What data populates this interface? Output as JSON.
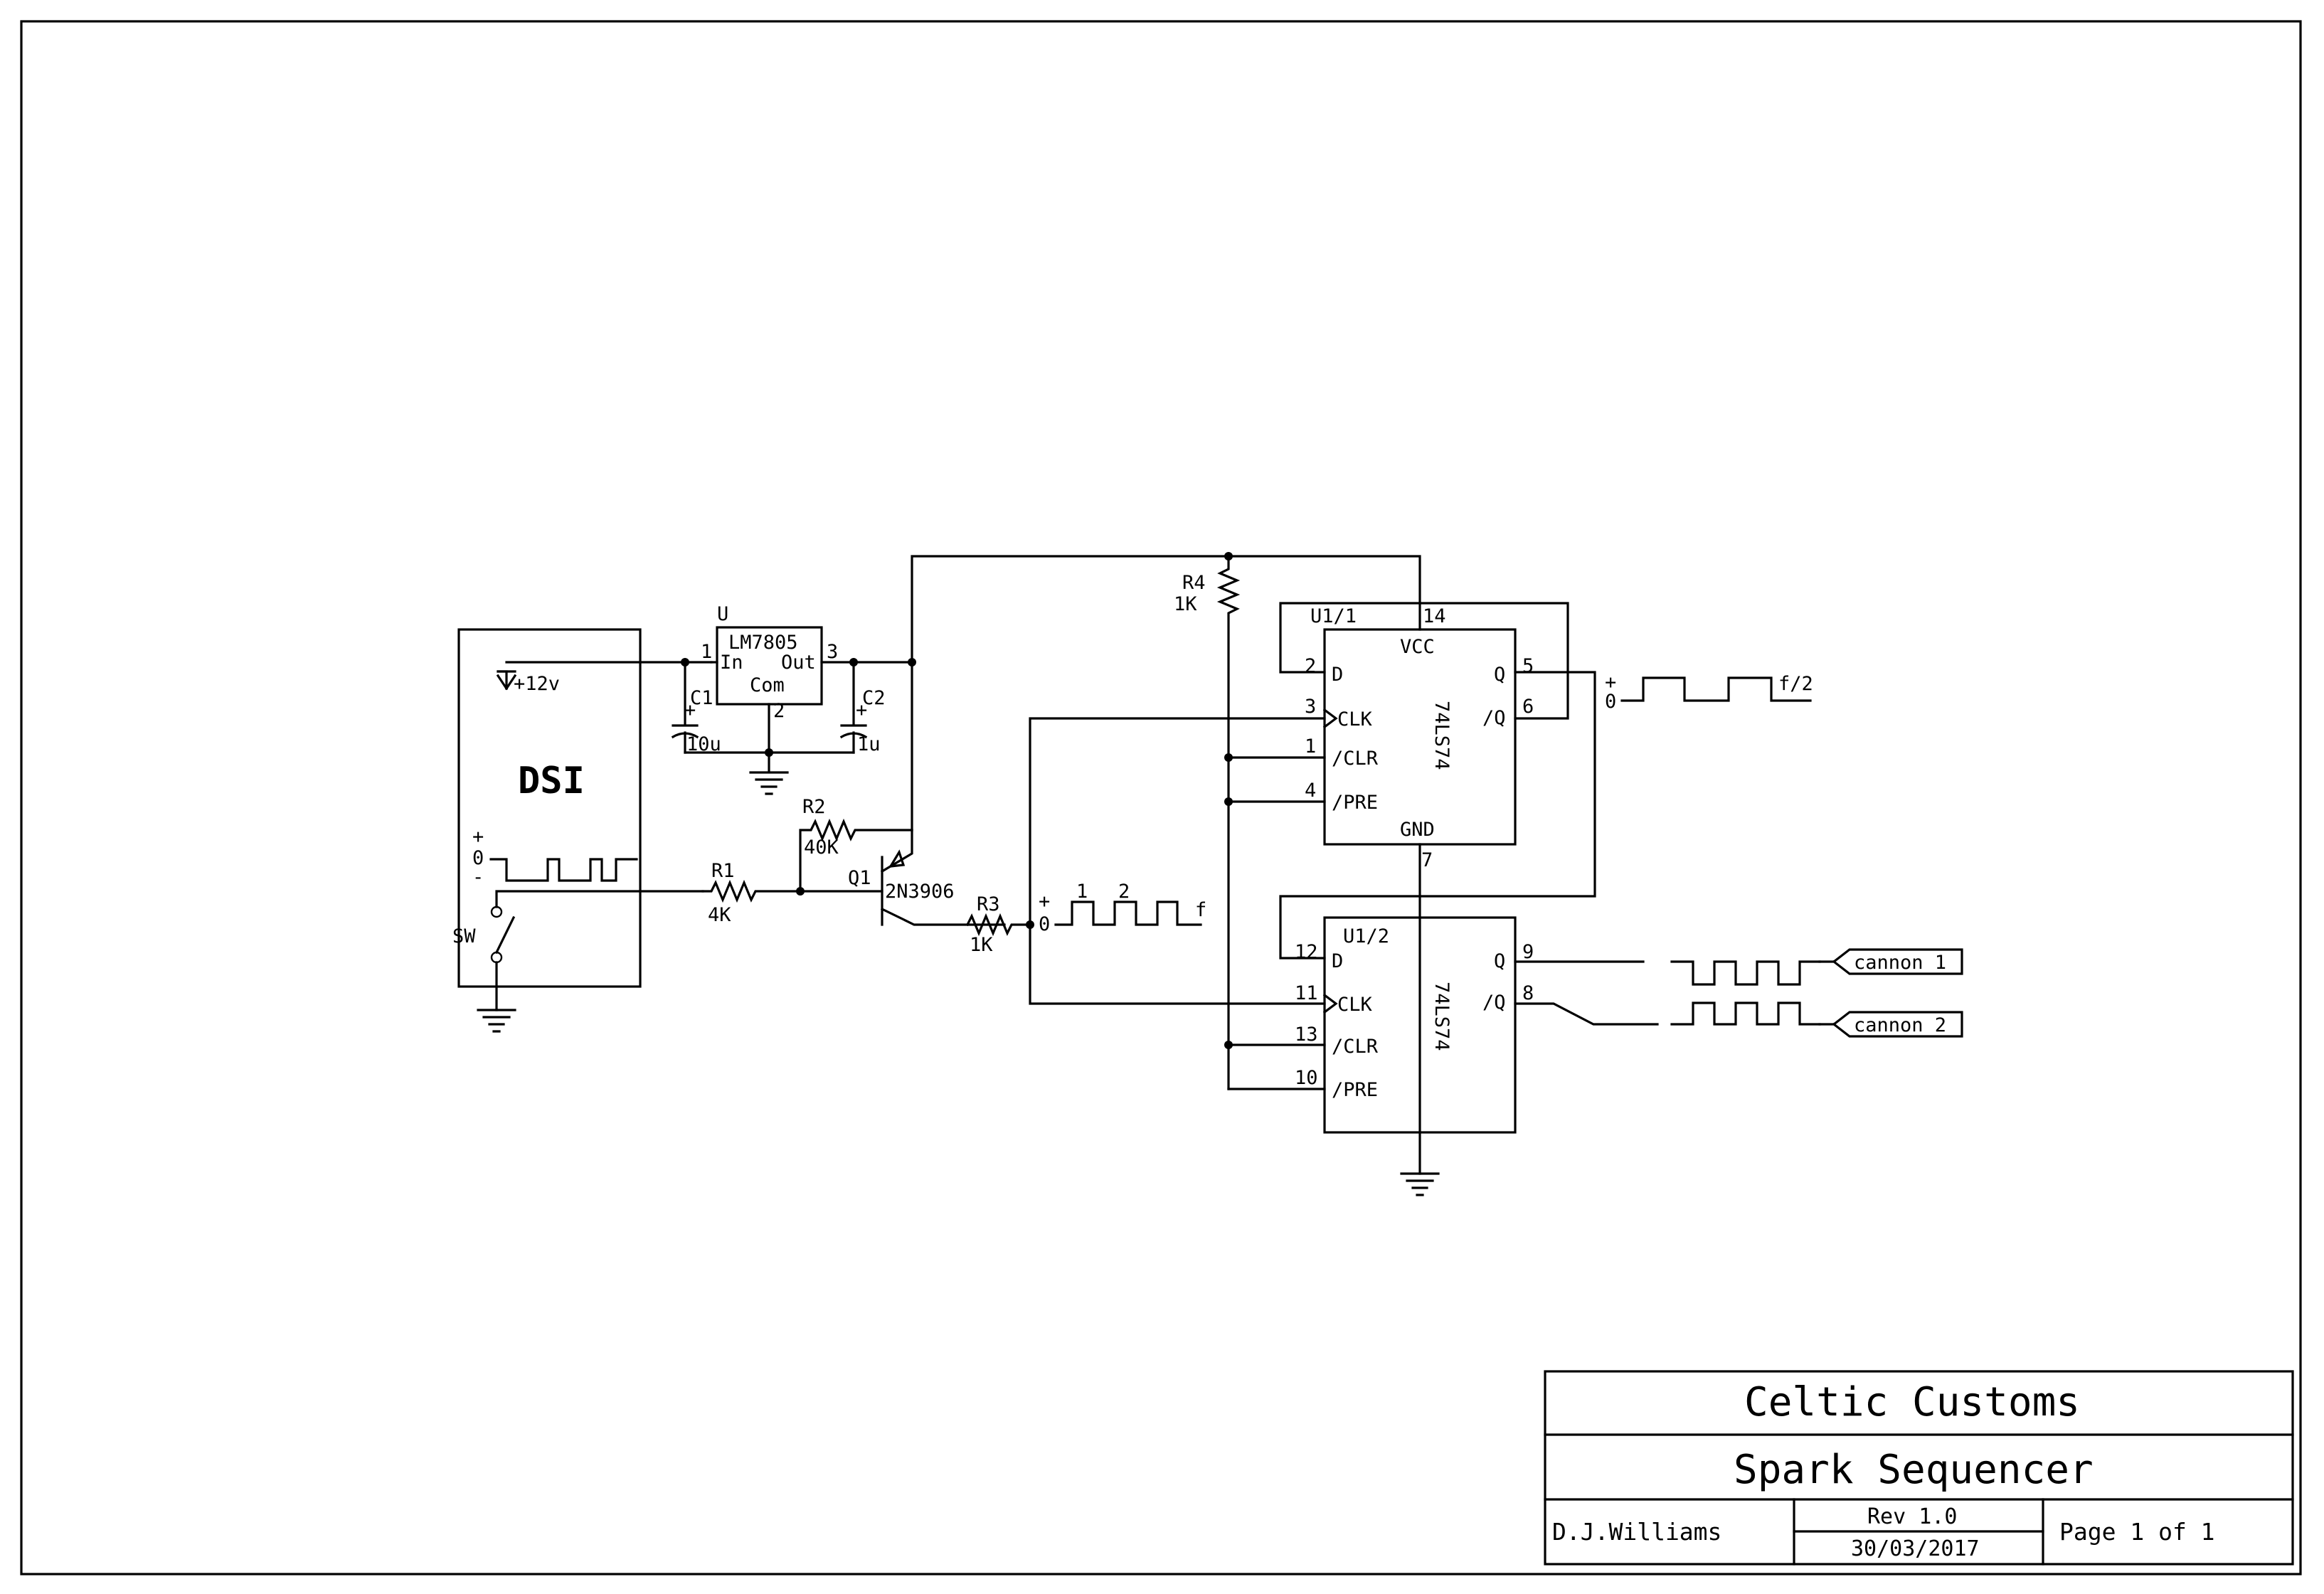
{
  "title_block": {
    "company": "Celtic Customs",
    "title": "Spark Sequencer",
    "author": "D.J.Williams",
    "revision": "Rev 1.0",
    "date": "30/03/2017",
    "page": "Page 1 of 1"
  },
  "dsi": {
    "name": "DSI",
    "supply": "+12v",
    "plus": "+",
    "zero": "0",
    "minus": "-",
    "switch": "SW"
  },
  "regulator": {
    "ref": "U",
    "part": "LM7805",
    "pin_in": "In",
    "pin_out": "Out",
    "pin_com": "Com",
    "pin1": "1",
    "pin2": "2",
    "pin3": "3"
  },
  "capacitors": {
    "c1_ref": "C1",
    "c1_val": "10u",
    "c2_ref": "C2",
    "c2_val": "1u",
    "plus": "+"
  },
  "resistors": {
    "r1_ref": "R1",
    "r1_val": "4K",
    "r2_ref": "R2",
    "r2_val": "40K",
    "r3_ref": "R3",
    "r3_val": "1K",
    "r4_ref": "R4",
    "r4_val": "1K"
  },
  "transistor": {
    "ref": "Q1",
    "part": "2N3906"
  },
  "clock_wave": {
    "plus": "+",
    "zero": "0",
    "p1": "1",
    "p2": "2",
    "freq": "f"
  },
  "u1_1": {
    "ref": "U1/1",
    "part": "74LS74",
    "vcc": "VCC",
    "gnd": "GND",
    "d": "D",
    "clk": "CLK",
    "clr": "/CLR",
    "pre": "/PRE",
    "q": "Q",
    "nq": "/Q",
    "pin_d": "2",
    "pin_clk": "3",
    "pin_clr": "1",
    "pin_pre": "4",
    "pin_q": "5",
    "pin_nq": "6",
    "pin_vcc": "14",
    "pin_gnd": "7"
  },
  "half_wave": {
    "plus": "+",
    "zero": "0",
    "freq": "f/2"
  },
  "u1_2": {
    "ref": "U1/2",
    "part": "74LS74",
    "d": "D",
    "clk": "CLK",
    "clr": "/CLR",
    "pre": "/PRE",
    "q": "Q",
    "nq": "/Q",
    "pin_d": "12",
    "pin_clk": "11",
    "pin_clr": "13",
    "pin_pre": "10",
    "pin_q": "9",
    "pin_nq": "8"
  },
  "outputs": {
    "cannon1": "cannon 1",
    "cannon2": "cannon 2"
  }
}
